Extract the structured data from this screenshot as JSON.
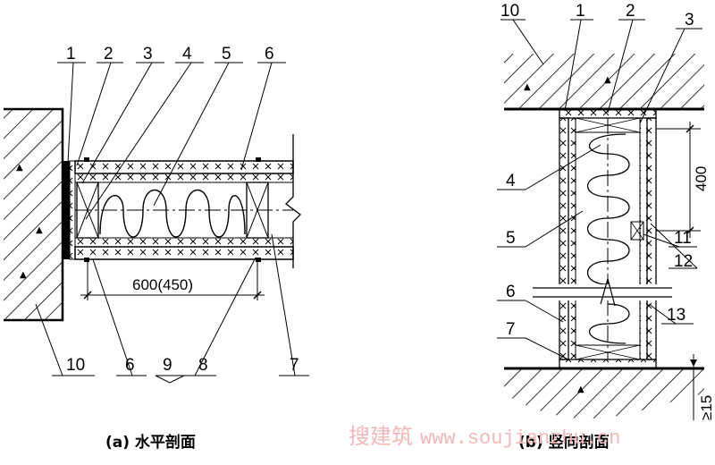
{
  "labels_a": {
    "l1": "1",
    "l2": "2",
    "l3": "3",
    "l4": "4",
    "l5": "5",
    "l6": "6",
    "l10": "10",
    "l6b": "6",
    "l9": "9",
    "l8": "8",
    "l7": "7"
  },
  "dimension_a": "600(450)",
  "caption_a": "(a) 水平剖面",
  "labels_b": {
    "l10": "10",
    "l1": "1",
    "l2": "2",
    "l3": "3",
    "l4": "4",
    "l5": "5",
    "l6": "6",
    "l7": "7",
    "l11": "11",
    "l12": "12",
    "l13": "13"
  },
  "dimension_b": "400",
  "dimension_b2": "≥15",
  "caption_b": "(b) 竖向剖面",
  "watermark": {
    "cn": "搜建筑",
    "url": "www.soujianzhu.cn"
  }
}
